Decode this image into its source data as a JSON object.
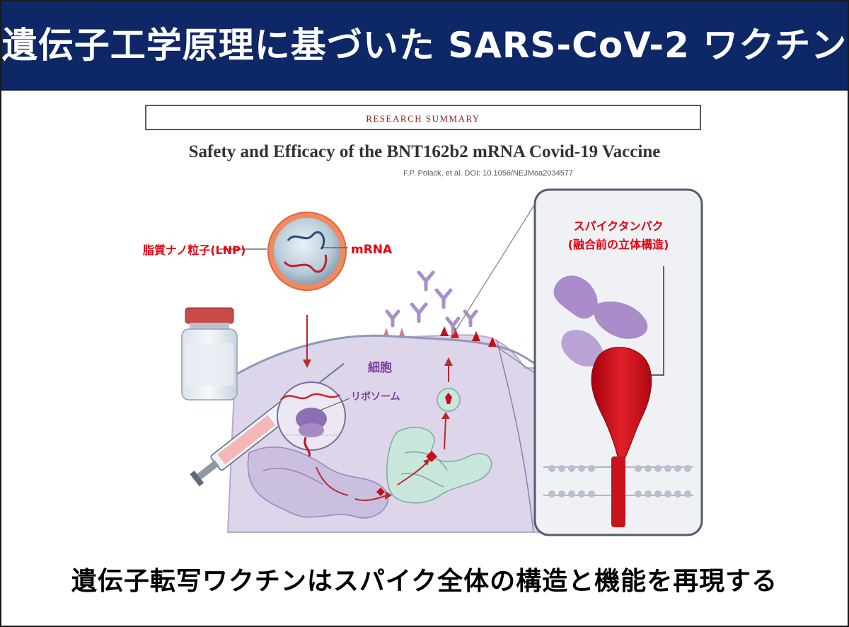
{
  "title": "遺伝子工学原理に基づいた SARS-CoV-2 ワクチン",
  "paper": {
    "section_label": "RESEARCH SUMMARY",
    "headline": "Safety and Efficacy of the BNT162b2 mRNA Covid-19 Vaccine",
    "byline": "F.P. Polack, et al.    DOI: 10.1056/NEJMoa2034577"
  },
  "labels": {
    "lnp": "脂質ナノ粒子(LNP)",
    "mrna": "mRNA",
    "cell": "細胞",
    "ribosome": "リボソーム",
    "spike_line1": "スパイクタンパク",
    "spike_line2": "(融合前の立体構造)"
  },
  "caption": "遺伝子転写ワクチンはスパイク全体の構造と機能を再現する",
  "colors": {
    "title_bg": "#0e2766",
    "label_red": "#e60012",
    "label_purple": "#7a3fa0",
    "cell_fill": "#ddd5ea",
    "spike_red": "#d0101a",
    "spike_purple": "#a98cc9"
  }
}
